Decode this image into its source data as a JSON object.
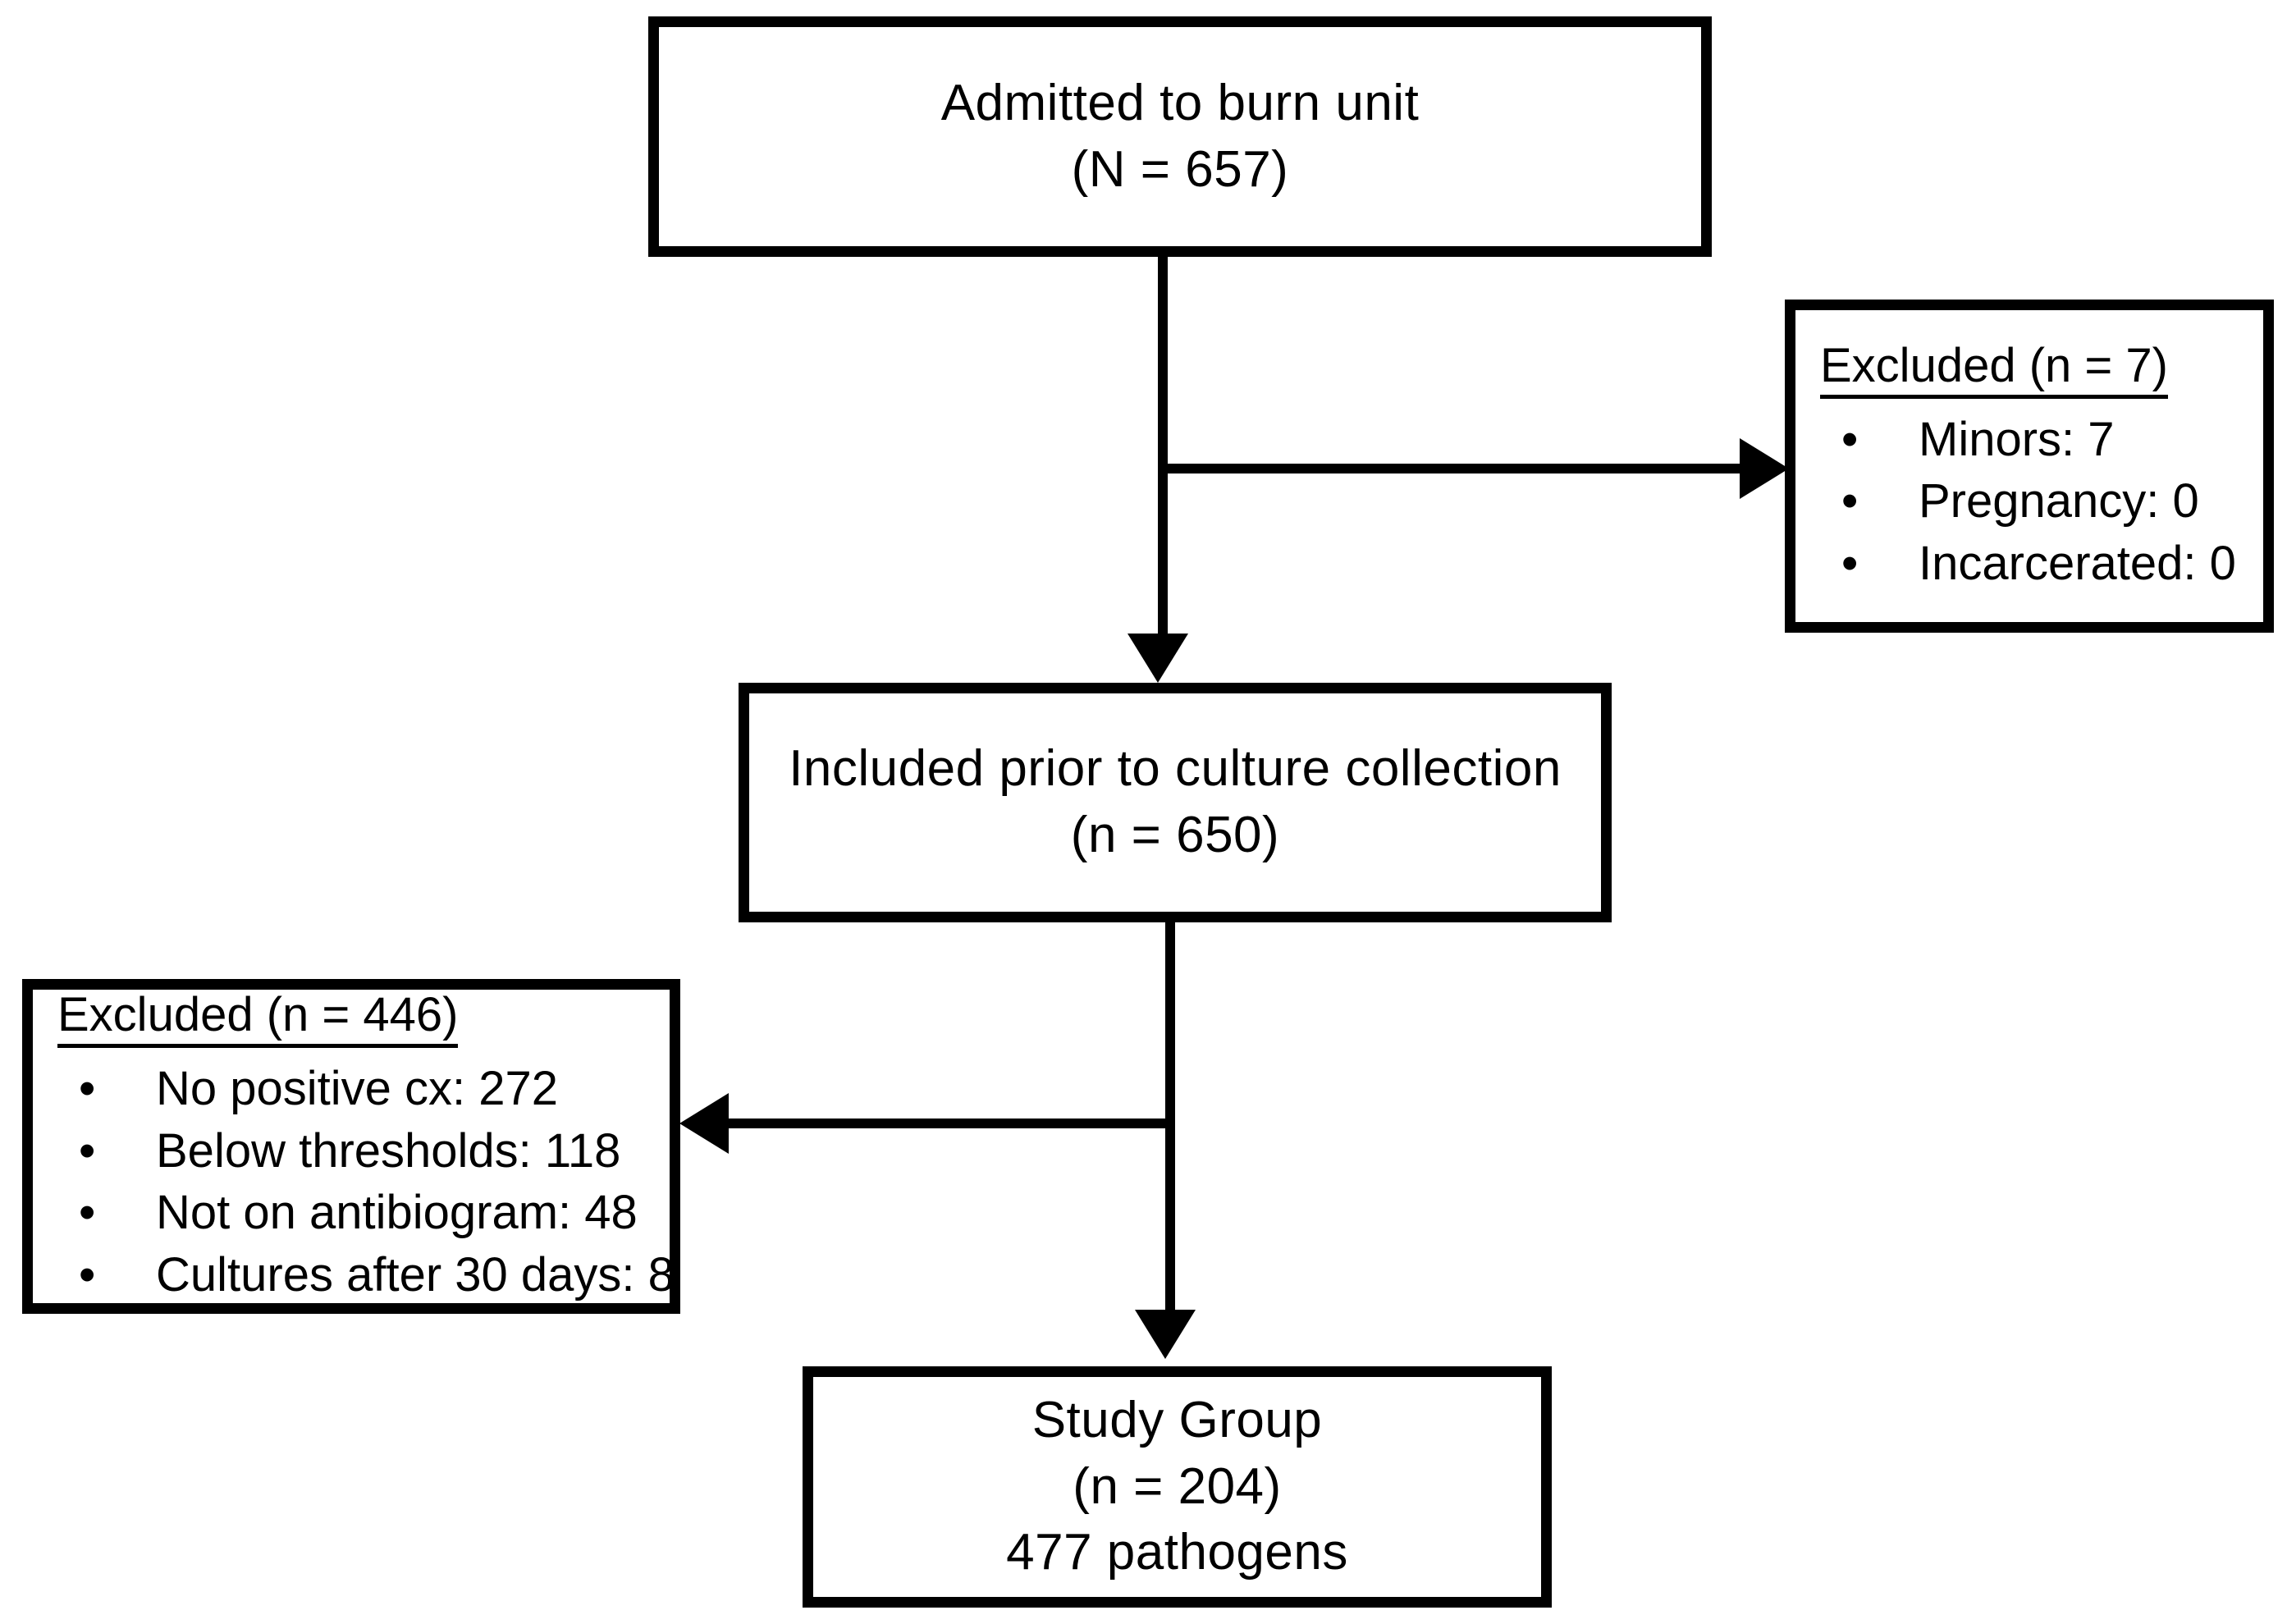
{
  "diagram": {
    "title": "Patient inclusion and exclusion flow diagram",
    "type": "flowchart",
    "colors": {
      "stroke": "#000000",
      "background": "#ffffff",
      "text": "#000000"
    },
    "nodes": {
      "admitted": {
        "line1": "Admitted to burn unit",
        "line2": "(N = 657)"
      },
      "excluded_minors": {
        "heading": "Excluded (n = 7)",
        "items": [
          {
            "bullet": "•",
            "label": "Minors: 7"
          },
          {
            "bullet": "•",
            "label": "Pregnancy: 0"
          },
          {
            "bullet": "•",
            "label": "Incarcerated: 0"
          }
        ]
      },
      "included": {
        "line1": "Included prior to culture collection",
        "line2": "(n = 650)"
      },
      "excluded_culture": {
        "heading": "Excluded (n = 446)",
        "items": [
          {
            "bullet": "•",
            "label": "No positive cx: 272"
          },
          {
            "bullet": "•",
            "label": "Below thresholds: 118"
          },
          {
            "bullet": "•",
            "label": "Not on antibiogram: 48"
          },
          {
            "bullet": "•",
            "label": "Cultures after 30 days: 8"
          }
        ]
      },
      "study_group": {
        "line1": "Study Group",
        "line2": "(n = 204)",
        "line3": "477 pathogens"
      }
    },
    "edges": [
      {
        "from": "admitted",
        "to": "included",
        "direction": "down"
      },
      {
        "from": "admitted",
        "to": "excluded_minors",
        "direction": "right"
      },
      {
        "from": "included",
        "to": "study_group",
        "direction": "down"
      },
      {
        "from": "included",
        "to": "excluded_culture",
        "direction": "left"
      }
    ]
  }
}
